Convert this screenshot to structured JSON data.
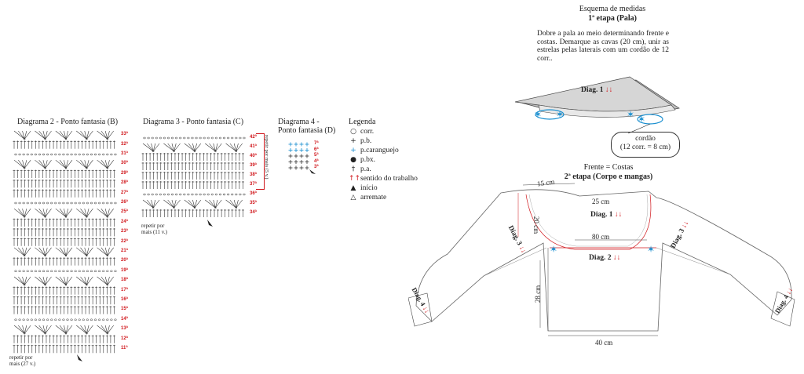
{
  "diagram2": {
    "title": "Diagrama 2 - Ponto fantasia (B)",
    "rows": [
      "33ª",
      "32ª",
      "31ª",
      "30ª",
      "29ª",
      "28ª",
      "27ª",
      "26ª",
      "25ª",
      "24ª",
      "23ª",
      "22ª",
      "21ª",
      "20ª",
      "19ª",
      "18ª",
      "17ª",
      "16ª",
      "15ª",
      "14ª",
      "13ª",
      "12ª",
      "11ª"
    ],
    "repeat_line1": "repetir por",
    "repeat_line2": "mais (27 v.)"
  },
  "diagram3": {
    "title": "Diagrama 3 - Ponto fantasia (C)",
    "rows": [
      "42ª",
      "41ª",
      "40ª",
      "39ª",
      "38ª",
      "37ª",
      "36ª",
      "35ª",
      "34ª"
    ],
    "side_repeat": "repetir por mais (5 v.)",
    "repeat_line1": "repetir por",
    "repeat_line2": "mais (11 v.)"
  },
  "diagram4": {
    "title_line1": "Diagrama 4 -",
    "title_line2": "Ponto fantasia (D)",
    "rows": [
      "7ª",
      "6ª",
      "5ª",
      "4ª",
      "3ª"
    ]
  },
  "legend": {
    "title": "Legenda",
    "items": [
      {
        "sym": "○",
        "label": "corr.",
        "color": "#222"
      },
      {
        "sym": "+",
        "label": "p.b.",
        "color": "#222"
      },
      {
        "sym": "+",
        "label": "p.caranguejo",
        "color": "#1a8fd0"
      },
      {
        "sym": "●",
        "label": "p.bx.",
        "color": "#222"
      },
      {
        "sym": "†",
        "label": "p.a.",
        "color": "#222"
      }
    ],
    "direction": "sentido do trabalho",
    "start": "início",
    "finish": "arremate"
  },
  "scheme": {
    "title": "Esquema de medidas",
    "stage1": "1ª etapa (Pala)",
    "instructions": "Dobre a pala ao meio determinando frente e costas. Demarque as cavas (20 cm), unir as estrelas pelas laterais com um cordão de 12 corr..",
    "diag1_label": "Diag. 1",
    "cord_label": "cordão",
    "cord_detail": "(12 corr. = 8 cm)",
    "front_back": "Frente = Costas",
    "stage2": "2ª etapa (Corpo e mangas)",
    "m15": "15 cm",
    "m25": "25 cm",
    "m20": "20 cm",
    "m80": "80 cm",
    "m28": "28 cm",
    "m40": "40 cm",
    "diag2_label": "Diag. 2",
    "diag3_label": "Diag. 3",
    "diag4_label": "Diag. 4",
    "arrows": "↓↓"
  },
  "colors": {
    "accent_red": "#d0161b",
    "accent_blue": "#1a8fd0",
    "pala_gray": "#d6d6d6"
  }
}
